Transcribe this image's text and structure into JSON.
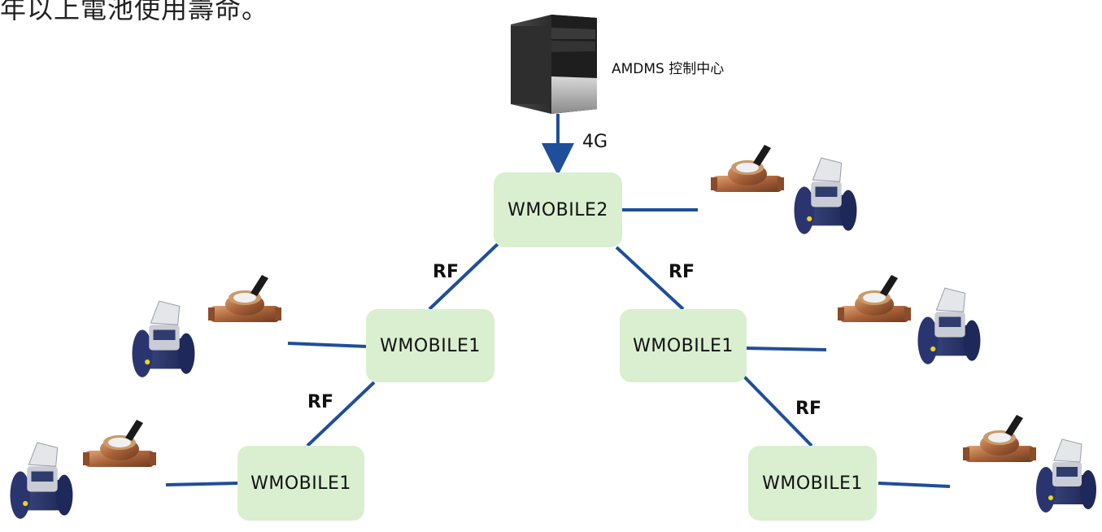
{
  "top_text": "年以上電池使用壽命。",
  "server": {
    "label": "AMDMS 控制中心",
    "icon": "server-tower-icon"
  },
  "links": {
    "cellular": "4G",
    "rf": "RF"
  },
  "nodes": {
    "top": "WMOBILE2",
    "mid_left": "WMOBILE1",
    "mid_right": "WMOBILE1",
    "bottom_left": "WMOBILE1",
    "bottom_right": "WMOBILE1"
  },
  "colors": {
    "node_fill": "#d9efcf",
    "link": "#1f4e9a"
  },
  "meter_icons": [
    "brass-water-meter-icon",
    "smart-water-meter-icon"
  ]
}
